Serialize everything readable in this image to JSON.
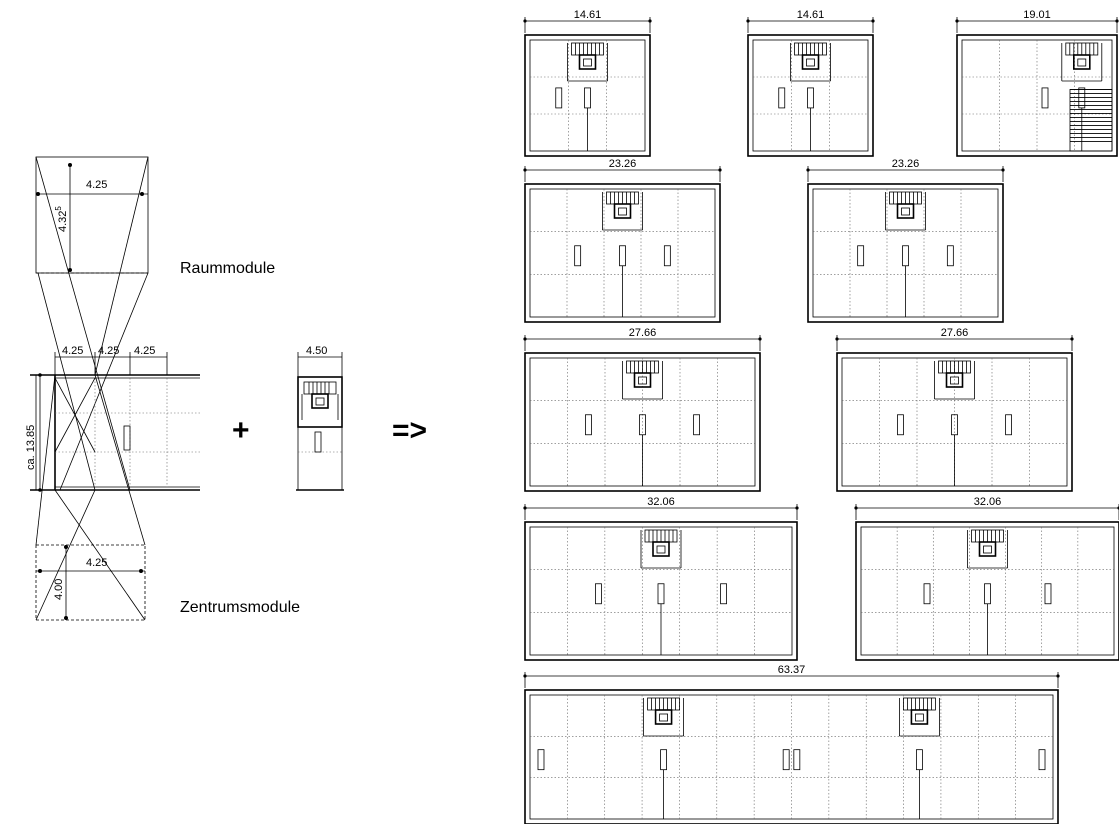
{
  "left_diagram": {
    "raum_width": "4.25",
    "raum_height": "4.32",
    "raum_height_sup": "5",
    "bay_1": "4.25",
    "bay_2": "4.25",
    "bay_3": "4.25",
    "depth": "ca. 13.85",
    "core_width": "4.50",
    "zentrum_width": "4.25",
    "zentrum_height": "4.00",
    "label_raum": "Raummodule",
    "label_zentrum": "Zentrumsmodule",
    "plus": "+",
    "arrow": "=>"
  },
  "variants": [
    {
      "width": "14.61"
    },
    {
      "width": "14.61"
    },
    {
      "width": "19.01"
    },
    {
      "width": "23.26"
    },
    {
      "width": "23.26"
    },
    {
      "width": "27.66"
    },
    {
      "width": "27.66"
    },
    {
      "width": "32.06"
    },
    {
      "width": "32.06"
    },
    {
      "width": "63.37"
    }
  ]
}
